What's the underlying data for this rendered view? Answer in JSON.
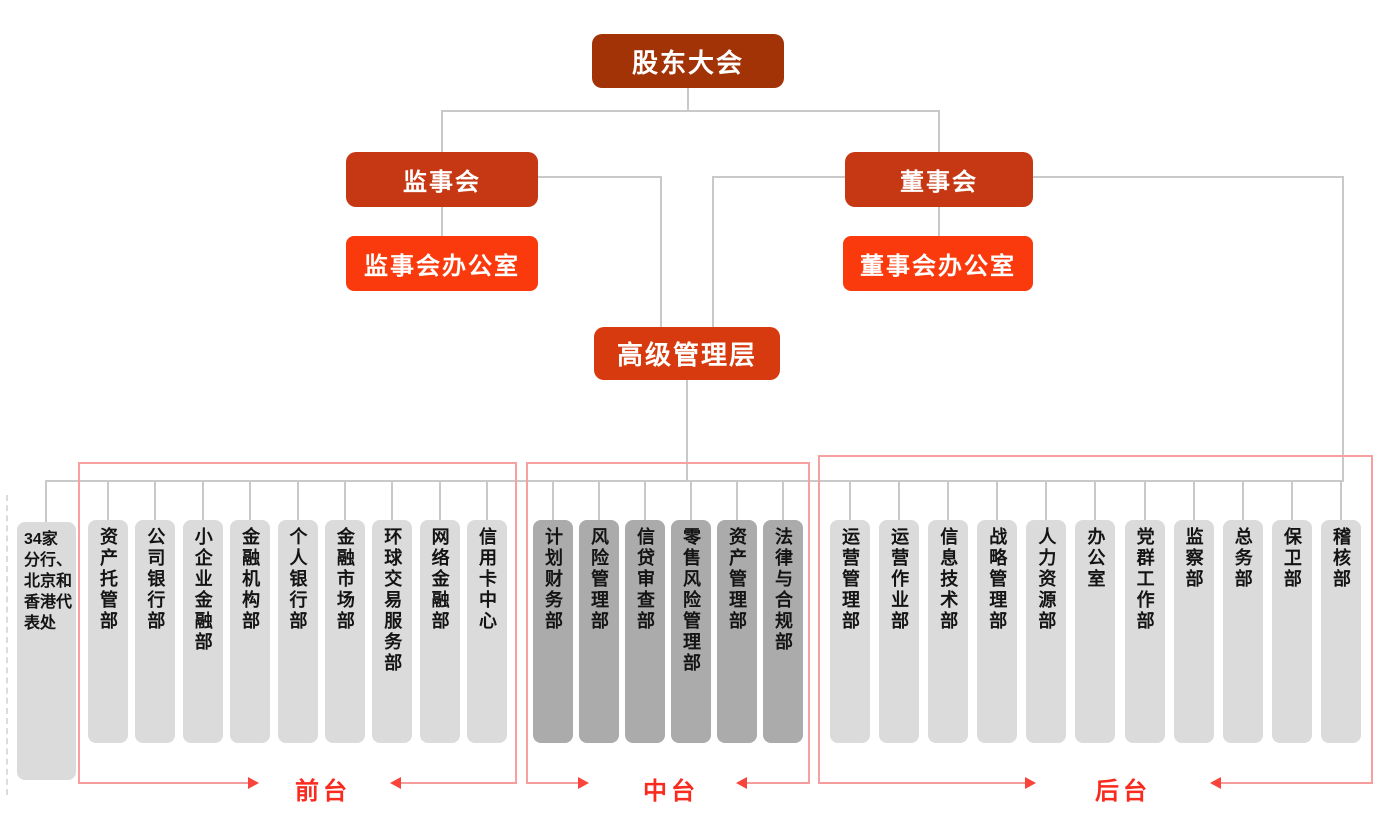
{
  "nodes": {
    "shareholders": "股东大会",
    "supervisory_board": "监事会",
    "board_of_directors": "董事会",
    "supervisory_board_office": "监事会办公室",
    "board_office": "董事会办公室",
    "senior_management": "高级管理层",
    "branches": "34家分行、北京和香港代表处"
  },
  "groups": [
    {
      "id": "front",
      "label": "前台",
      "departments": [
        "资产托管部",
        "公司银行部",
        "小企业金融部",
        "金融机构部",
        "个人银行部",
        "金融市场部",
        "环球交易服务部",
        "网络金融部",
        "信用卡中心"
      ]
    },
    {
      "id": "middle",
      "label": "中台",
      "departments": [
        "计划财务部",
        "风险管理部",
        "信贷审查部",
        "零售风险管理部",
        "资产管理部",
        "法律与合规部"
      ]
    },
    {
      "id": "back",
      "label": "后台",
      "departments": [
        "运营管理部",
        "运营作业部",
        "信息技术部",
        "战略管理部",
        "人力资源部",
        "办公室",
        "党群工作部",
        "监察部",
        "总务部",
        "保卫部",
        "稽核部"
      ]
    }
  ],
  "colors": {
    "shareholders_box": "#A13307",
    "board_level_box": "#C53813",
    "office_box": "#FA3A0C",
    "senior_management_box": "#D73A0E",
    "department_light": "#DBDBDB",
    "department_dark": "#ABABAB",
    "connector_line": "#C9C9C9",
    "group_outline": "#F6A0A0",
    "group_label_text": "#F92A1E"
  }
}
